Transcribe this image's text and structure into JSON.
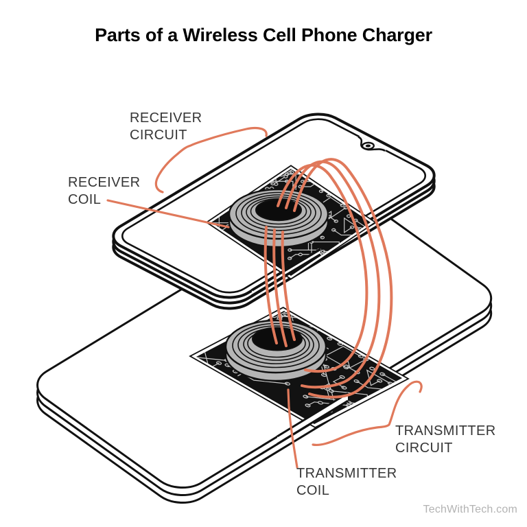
{
  "title": "Parts of a Wireless Cell Phone Charger",
  "labels": {
    "receiver_circuit": "RECEIVER\nCIRCUIT",
    "receiver_coil": "RECEIVER\nCOIL",
    "transmitter_circuit": "TRANSMITTER\nCIRCUIT",
    "transmitter_coil": "TRANSMITTER\nCOIL"
  },
  "watermark": "TechWithTech.com",
  "colors": {
    "accent": "#E0795B",
    "coil_gray": "#B5B5B5",
    "pcb_black": "#121212",
    "trace_gray": "#CBCBCB",
    "label_text": "#363636",
    "watermark_gray": "#B3B3B3"
  }
}
